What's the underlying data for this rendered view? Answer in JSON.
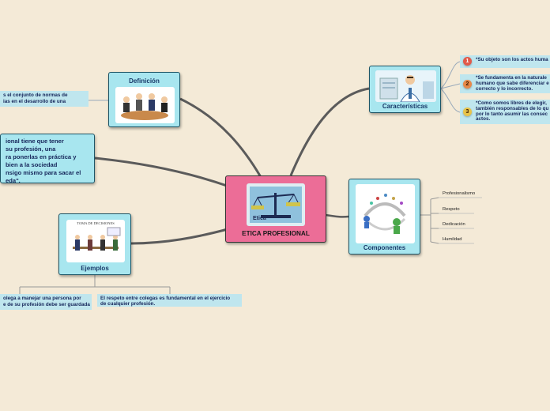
{
  "central": {
    "label": "ETICA PROFESIONAL"
  },
  "definicion": {
    "label": "Definición",
    "note": "s el conjunto de normas de\nias en el desarrollo de una"
  },
  "left_statement": {
    "text": "ional tiene que tener\nsu profesión, una\nra ponerlas en práctica y\nbien a la sociedad\nnsigo mismo para sacar el\neda\"."
  },
  "ejemplos": {
    "label": "Ejemplos",
    "pic_caption": "TOMA DE DECISIONES",
    "notes": [
      "olega a manejar una persona por\ne de su profesión debe ser guardada",
      "El respeto entre colegas es fundamental en el ejercicio\nde cualquier profesión."
    ]
  },
  "caracteristicas": {
    "label": "Características",
    "items": [
      {
        "num": "1",
        "text": "*Su objeto son los actos huma"
      },
      {
        "num": "2",
        "text": "*Se fundamenta en la naturale\nhumano que sabe diferenciar e\ncorrecto y lo incorrecto."
      },
      {
        "num": "3",
        "text": "*Como somos libres de elegir,\ntambién responsables de lo qu\npor lo tanto asumir las consec\nactos."
      }
    ]
  },
  "componentes": {
    "label": "Componentes",
    "items": [
      "Profesionalismo",
      "Respeto",
      "Dedicación",
      "Humildad"
    ]
  },
  "colors": {
    "background": "#f4ead7",
    "topic": "#a8e6ef",
    "central": "#ec6d97",
    "badge": "#e8894a"
  }
}
